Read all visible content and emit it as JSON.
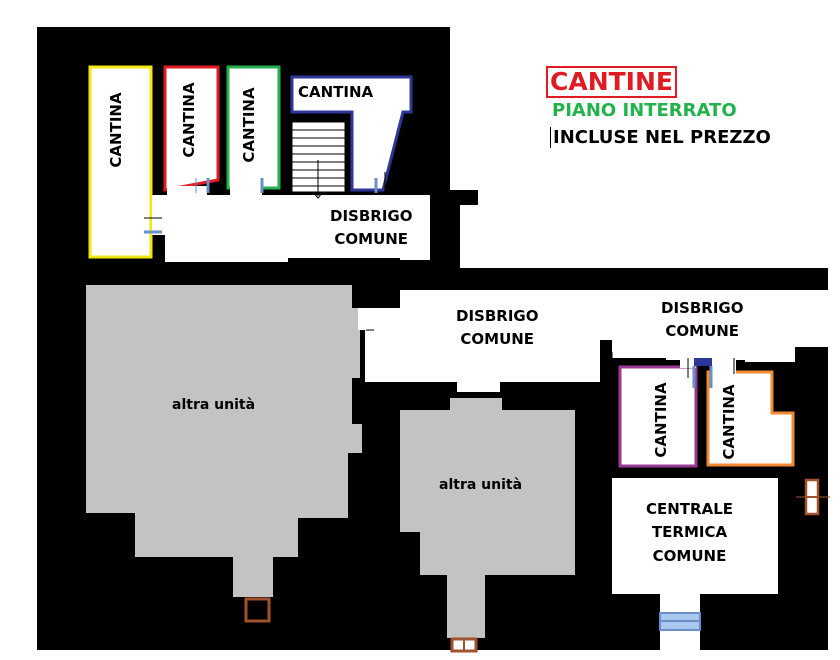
{
  "legend": {
    "title": "CANTINE",
    "subtitle": "PIANO INTERRATO",
    "note": "INCLUSE NEL PREZZO"
  },
  "rooms": {
    "cantina_yellow": "CANTINA",
    "cantina_red": "CANTINA",
    "cantina_green": "CANTINA",
    "cantina_blue": "CANTINA",
    "cantina_purple": "CANTINA",
    "cantina_orange": "CANTINA",
    "disbrigo_top": [
      "DISBRIGO",
      "COMUNE"
    ],
    "disbrigo_center": [
      "DISBRIGO",
      "COMUNE"
    ],
    "disbrigo_right": [
      "DISBRIGO",
      "COMUNE"
    ],
    "centrale_termica": [
      "CENTRALE",
      "TERMICA",
      "COMUNE"
    ],
    "altra_unita_left": "altra unità",
    "altra_unita_center": "altra unità"
  },
  "colors": {
    "wall": "#000000",
    "other_unit": "#c3c3c3",
    "cantina_yellow": "#f2e70f",
    "cantina_red": "#e01b24",
    "cantina_green": "#22b24c",
    "cantina_blue": "#2f3699",
    "cantina_purple": "#9b3a95",
    "cantina_orange": "#f08a32",
    "door_blue": "#6a8fc8",
    "window_brown": "#a0522d",
    "legend_red": "#e01b24",
    "legend_green": "#22b24c"
  }
}
